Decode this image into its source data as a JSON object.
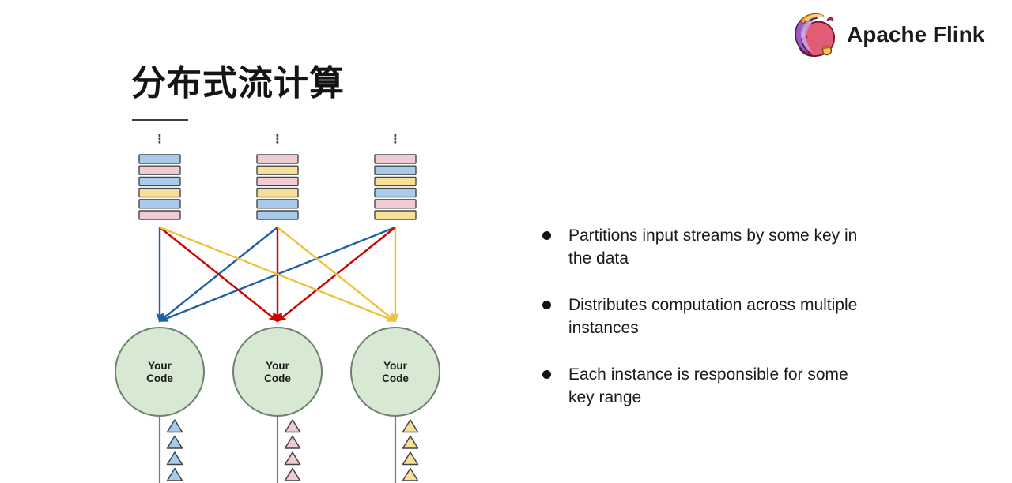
{
  "header": {
    "title": "分布式流计算",
    "logo_text": "Apache Flink"
  },
  "bullets": {
    "items": [
      {
        "text": "Partitions input streams by some key in the data"
      },
      {
        "text": "Distributes computation across multiple instances"
      },
      {
        "text": "Each instance is responsible for some key range"
      }
    ]
  },
  "diagram": {
    "ellipsis_glyph": "⋮",
    "instance_label": "Your Code",
    "palette": {
      "blue": {
        "fill": "#A9CAE9"
      },
      "pink": {
        "fill": "#F0CBD1"
      },
      "yellow": {
        "fill": "#F7E096"
      }
    },
    "shape_stroke": "#44484E",
    "arrow_colors": {
      "blue": "#1F60A5",
      "red": "#CB0200",
      "yellow": "#EDC23C"
    },
    "circle": {
      "fill": "#D7E8D3",
      "stroke": "#6F7F70"
    },
    "stream_line_color": "#7A7A7A",
    "streams": [
      {
        "name": "stream-1",
        "segments": [
          "blue",
          "pink",
          "blue",
          "yellow",
          "blue",
          "pink"
        ]
      },
      {
        "name": "stream-2",
        "segments": [
          "pink",
          "yellow",
          "pink",
          "yellow",
          "blue",
          "blue"
        ]
      },
      {
        "name": "stream-3",
        "segments": [
          "pink",
          "blue",
          "yellow",
          "blue",
          "pink",
          "yellow"
        ]
      }
    ],
    "arrows": [
      {
        "from": 0,
        "to": 0,
        "color": "blue"
      },
      {
        "from": 1,
        "to": 0,
        "color": "blue"
      },
      {
        "from": 2,
        "to": 0,
        "color": "blue"
      },
      {
        "from": 0,
        "to": 1,
        "color": "red"
      },
      {
        "from": 1,
        "to": 1,
        "color": "red"
      },
      {
        "from": 2,
        "to": 1,
        "color": "red"
      },
      {
        "from": 0,
        "to": 2,
        "color": "yellow"
      },
      {
        "from": 1,
        "to": 2,
        "color": "yellow"
      },
      {
        "from": 2,
        "to": 2,
        "color": "yellow"
      }
    ],
    "output_triangles": [
      {
        "color": "blue",
        "count": 4
      },
      {
        "color": "pink",
        "count": 4
      },
      {
        "color": "yellow",
        "count": 4
      }
    ]
  }
}
